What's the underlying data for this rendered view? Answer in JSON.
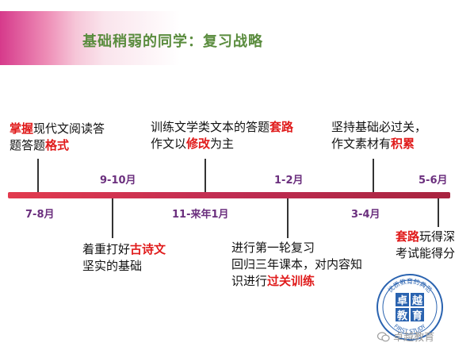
{
  "header": {
    "title": "基础稍弱的同学：复习战略"
  },
  "timeline": {
    "above_dates": [
      "9-10月",
      "1-2月",
      "5-6月"
    ],
    "below_dates": [
      "7-8月",
      "11-来年1月",
      "3-4月"
    ],
    "above_notes": [
      {
        "pre": "",
        "hl1": "掌握",
        "mid": "现代文阅读答",
        "line2": "题答题",
        "hl2": "格式",
        "post": ""
      },
      {
        "pre": "训练文学类文本的答题",
        "hl1": "套路",
        "mid": "",
        "line2": "作文以",
        "hl2": "修改",
        "post": "为主"
      },
      {
        "pre": "坚持基础必过关，",
        "hl1": "",
        "mid": "",
        "line2": "作文素材有",
        "hl2": "积累",
        "post": ""
      }
    ],
    "below_notes": [
      {
        "line1a": "着重打好",
        "line1hl": "古诗文",
        "line2": "坚实的基础",
        "line3a": "",
        "line3hl": ""
      },
      {
        "line1a": "进行第一轮复习",
        "line1hl": "",
        "line2": "回归三年课本，对内容知",
        "line3a": "识进行",
        "line3hl": "过关训练"
      },
      {
        "line1a": "",
        "line1hl": "套路",
        "line1b": "玩得深",
        "line2": "考试能得分",
        "line3a": "",
        "line3hl": ""
      }
    ]
  },
  "logo": {
    "text_top": "优质教育的典范",
    "chars": [
      "卓",
      "越",
      "教",
      "育"
    ],
    "text_bottom": "FIRST STUDY"
  },
  "watermark": {
    "icon": "wechat-icon",
    "text": "卓越教育"
  },
  "colors": {
    "title": "#5a8c3e",
    "date": "#6b2f7e",
    "highlight": "#e01b1b",
    "axis_start": "#e23a4e",
    "axis_end": "#a8243f"
  }
}
